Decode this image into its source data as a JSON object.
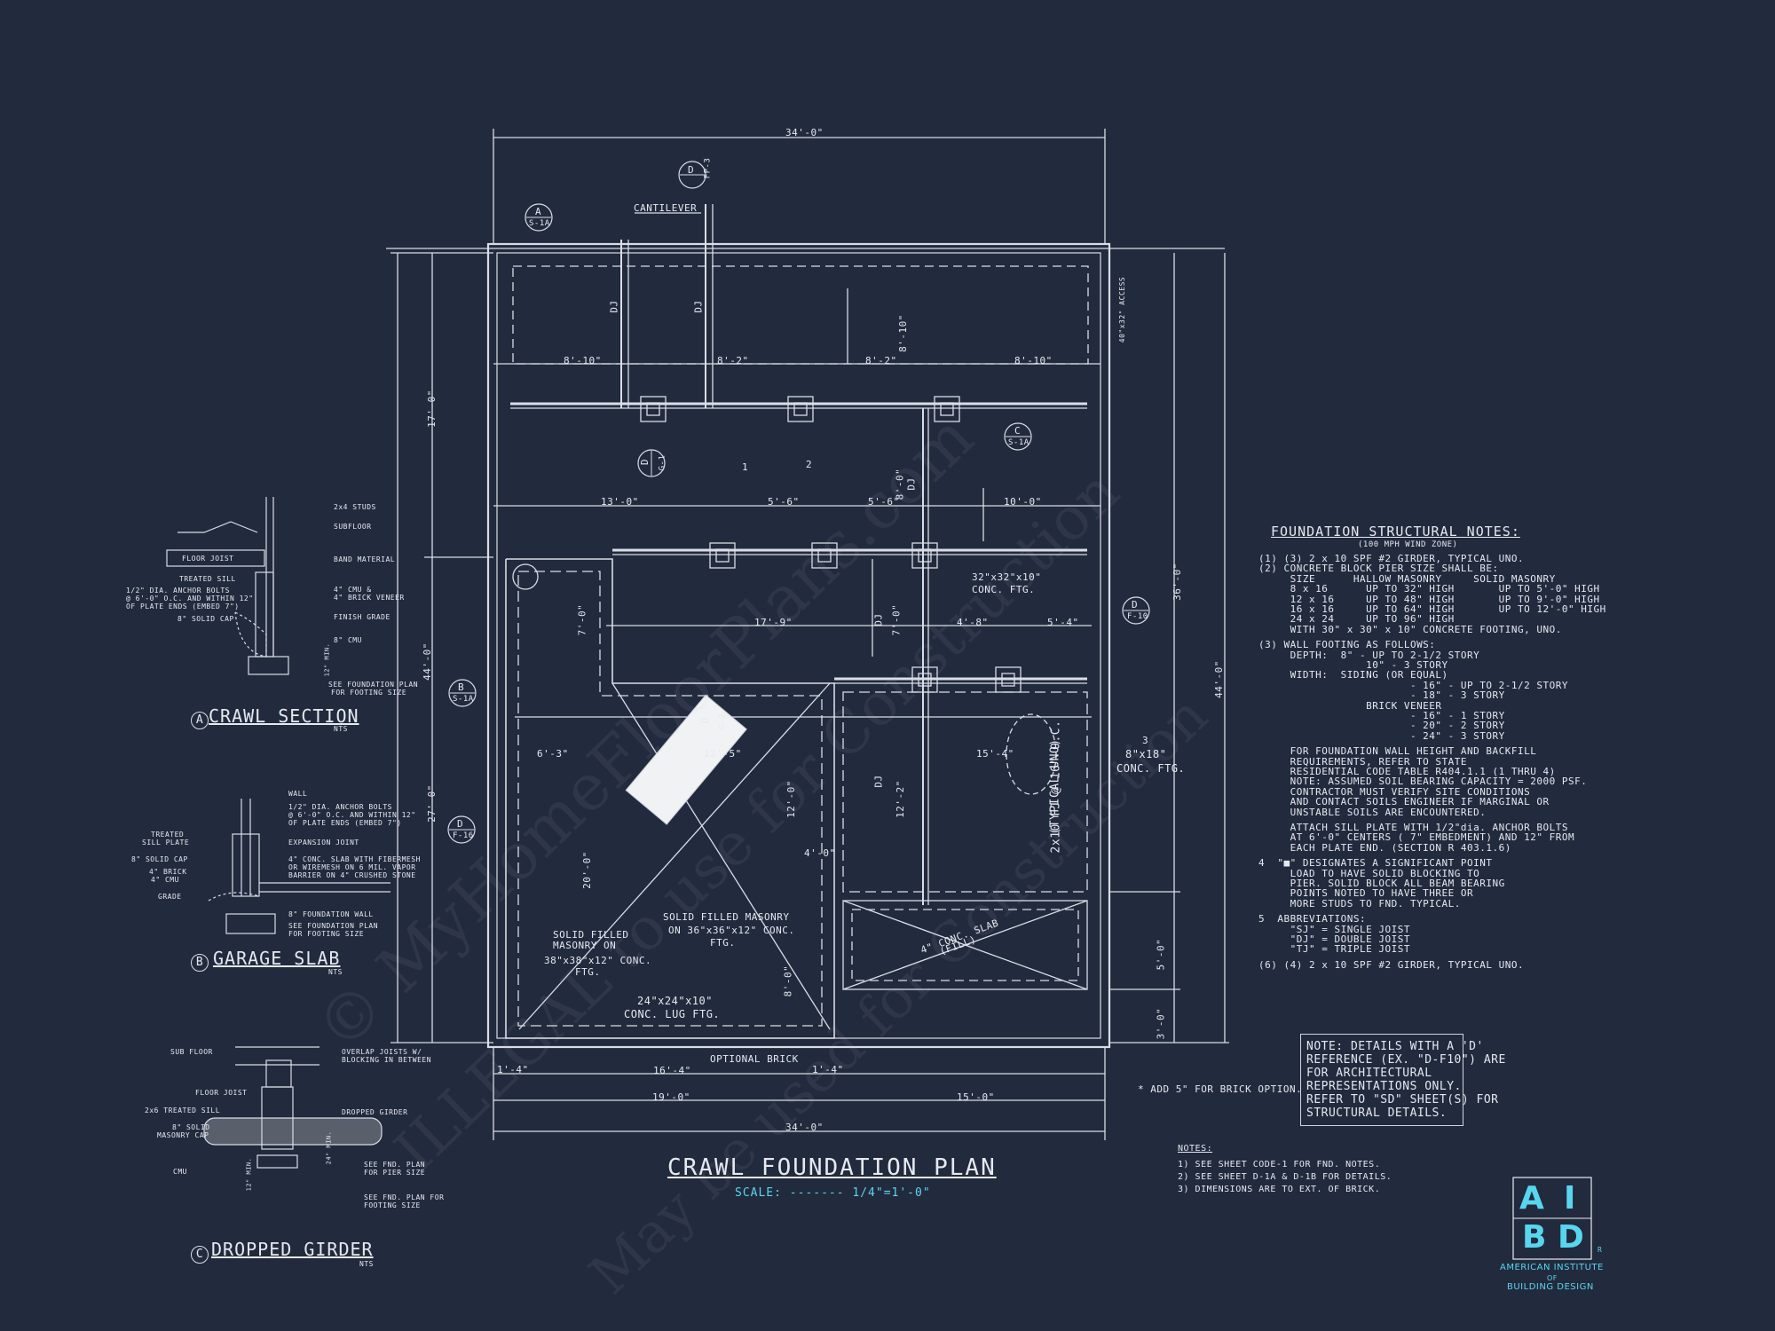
{
  "plan": {
    "title": "CRAWL FOUNDATION PLAN",
    "scale": "SCALE: ------- 1/4\"=1'-0\"",
    "dims": {
      "top_overall": "34'-0\"",
      "bottom_overall": "34'-0\"",
      "bottom_left": "19'-0\"",
      "bottom_right": "15'-0\"",
      "bottom_mid": "16'-4\"",
      "bottom_1_4_left": "1'-4\"",
      "bottom_1_4_right": "1'-4\"",
      "left_overall": "44'-0\"",
      "left_upper": "17'-0\"",
      "left_lower": "27'-0\"",
      "right_overall": "44'-0\"",
      "right_upper": "36'-0\"",
      "right_5": "5'-0\"",
      "right_3": "3'-0\"",
      "row1_a": "8'-10\"",
      "row1_b": "8'-2\"",
      "row1_c": "8'-2\"",
      "row1_d": "8'-10\"",
      "row2_a": "13'-0\"",
      "row2_b": "5'-6\"",
      "row2_c": "5'-6\"",
      "row2_d": "10'-0\"",
      "v_8_10": "8'-10\"",
      "v_8_0a": "8'-0\"",
      "v_7_0a": "7'-0\"",
      "v_7_0b": "7'-0\"",
      "h_17_9": "17'-9\"",
      "h_4_8": "4'-8\"",
      "h_5_4": "5'-4\"",
      "h_6_3": "6'-3\"",
      "h_12_5": "12'-5\"",
      "h_15_4": "15'-4\"",
      "v_12_0": "12'-0\"",
      "v_12_2": "12'-2\"",
      "v_20_0": "20'-0\"",
      "v_8_0b": "8'-0\"",
      "h_4": "4'-0\""
    },
    "labels": {
      "cantilever": "CANTILEVER",
      "dj": "DJ",
      "access": "40\"x32\" ACCESS",
      "conc_ftg_32": "32\"x32\"x10\"",
      "conc_ftg_32b": "CONC. FTG.",
      "ftg_8x18": "8\"x18\"",
      "ftg_8x18b": "CONC. FTG.",
      "joists": "2x10 FJ @ 16\" O.C.",
      "joists_b": "(TYPICAL UNO)",
      "solid_left_1": "SOLID FILLED",
      "solid_left_2": "MASONRY ON",
      "solid_left_3": "38\"x38\"x12\" CONC.",
      "solid_left_4": "FTG.",
      "solid_mid_1": "SOLID FILLED MASONRY",
      "solid_mid_2": "ON 36\"x36\"x12\" CONC.",
      "solid_mid_3": "FTG.",
      "lug_1": "24\"x24\"x10\"",
      "lug_2": "CONC. LUG FTG.",
      "slab_1": "4\" CONC. SLAB",
      "slab_2": "(FILL)",
      "optional_brick": "OPTIONAL BRICK",
      "add_brick": "* ADD 5\" FOR BRICK OPTION."
    },
    "tags": [
      {
        "id": "A",
        "ref": "S-1A"
      },
      {
        "id": "D",
        "ref": "FP-3"
      },
      {
        "id": "C",
        "ref": "S-1A"
      },
      {
        "id": "D",
        "ref": "G-1"
      },
      {
        "id": "D",
        "ref": "F-10"
      },
      {
        "id": "B",
        "ref": "S-1A"
      },
      {
        "id": "D",
        "ref": "G-1"
      },
      {
        "id": "D",
        "ref": "F-16"
      }
    ],
    "callouts": [
      "1",
      "2",
      "3"
    ]
  },
  "structural_notes": {
    "title": "FOUNDATION STRUCTURAL NOTES:",
    "subtitle": "(100 MPH WIND ZONE)",
    "lines": [
      "(1) (3) 2 x 10 SPF #2 GIRDER, TYPICAL UNO.",
      "(2) CONCRETE BLOCK PIER SIZE SHALL BE:",
      "     SIZE      HALLOW MASONRY     SOLID MASONRY",
      "     8 x 16      UP TO 32\" HIGH       UP TO 5'-0\" HIGH",
      "     12 x 16     UP TO 48\" HIGH       UP TO 9'-0\" HIGH",
      "     16 x 16     UP TO 64\" HIGH       UP TO 12'-0\" HIGH",
      "     24 x 24     UP TO 96\" HIGH",
      "     WITH 30\" x 30\" x 10\" CONCRETE FOOTING, UNO.",
      "(3) WALL FOOTING AS FOLLOWS:",
      "     DEPTH:  8\" - UP TO 2-1/2 STORY",
      "                 10\" - 3 STORY",
      "     WIDTH:  SIDING (OR EQUAL)",
      "                        - 16\" - UP TO 2-1/2 STORY",
      "                        - 18\" - 3 STORY",
      "                 BRICK VENEER",
      "                        - 16\" - 1 STORY",
      "                        - 20\" - 2 STORY",
      "                        - 24\" - 3 STORY",
      "     FOR FOUNDATION WALL HEIGHT AND BACKFILL",
      "     REQUIREMENTS, REFER TO STATE",
      "     RESIDENTIAL CODE TABLE R404.1.1 (1 THRU 4)",
      "     NOTE: ASSUMED SOIL BEARING CAPACITY = 2000 PSF.",
      "     CONTRACTOR MUST VERIFY SITE CONDITIONS",
      "     AND CONTACT SOILS ENGINEER IF MARGINAL OR",
      "     UNSTABLE SOILS ARE ENCOUNTERED.",
      "     ATTACH SILL PLATE WITH 1/2\"dia. ANCHOR BOLTS",
      "     AT 6'-0\" CENTERS ( 7\" EMBEDMENT) AND 12\" FROM",
      "     EACH PLATE END. (SECTION R 403.1.6)",
      "4  \"■\" DESIGNATES A SIGNIFICANT POINT",
      "     LOAD TO HAVE SOLID BLOCKING TO",
      "     PIER. SOLID BLOCK ALL BEAM BEARING",
      "     POINTS NOTED TO HAVE THREE OR",
      "     MORE STUDS TO FND. TYPICAL.",
      "5  ABBREVIATIONS:",
      "     \"SJ\" = SINGLE JOIST",
      "     \"DJ\" = DOUBLE JOIST",
      "     \"TJ\" = TRIPLE JOIST",
      "(6) (4) 2 x 10 SPF #2 GIRDER, TYPICAL UNO."
    ]
  },
  "box_note": "NOTE: DETAILS WITH A 'D'\nREFERENCE (EX. \"D-F10\") ARE\nFOR ARCHITECTURAL\nREPRESENTATIONS ONLY.\nREFER TO \"SD\" SHEET(S) FOR\nSTRUCTURAL DETAILS.",
  "notes": {
    "title": "NOTES:",
    "lines": [
      "1)  SEE SHEET CODE-1 FOR FND. NOTES.",
      "2)  SEE SHEET D-1A & D-1B FOR DETAILS.",
      "3)  DIMENSIONS ARE TO EXT. OF BRICK."
    ]
  },
  "details": {
    "crawl": {
      "letter": "A",
      "title": "CRAWL SECTION",
      "nts": "NTS",
      "labels": [
        "2x4 STUDS",
        "SUBFLOOR",
        "FLOOR JOIST",
        "BAND MATERIAL",
        "TREATED SILL",
        "1/2\" DIA. ANCHOR BOLTS",
        "@ 6'-0\" O.C. AND WITHIN 12\"",
        "OF PLATE ENDS (EMBED 7\")",
        "4\" CMU &",
        "4\" BRICK VENEER",
        "8\" SOLID CAP",
        "FINISH GRADE",
        "8\" CMU",
        "12\" MIN.",
        "SEE FOUNDATION PLAN",
        "FOR FOOTING SIZE"
      ]
    },
    "garage": {
      "letter": "B",
      "title": "GARAGE SLAB",
      "nts": "NTS",
      "labels": [
        "WALL",
        "1/2\" DIA. ANCHOR BOLTS",
        "@ 6'-0\" O.C. AND WITHIN 12\"",
        "OF PLATE ENDS (EMBED 7\")",
        "TREATED",
        "SILL PLATE",
        "EXPANSION JOINT",
        "8\" SOLID CAP",
        "4\" BRICK",
        "4\" CMU",
        "4\" CONC. SLAB WITH FIBERMESH",
        "OR WIREMESH ON 6 MIL. VAPOR",
        "BARRIER ON 4\" CRUSHED STONE",
        "GRADE",
        "8\" FOUNDATION WALL",
        "SEE FOUNDATION PLAN",
        "FOR FOOTING SIZE"
      ]
    },
    "girder": {
      "letter": "C",
      "title": "DROPPED GIRDER",
      "nts": "NTS",
      "labels": [
        "SUB FLOOR",
        "OVERLAP JOISTS W/",
        "BLOCKING IN BETWEEN",
        "FLOOR JOIST",
        "2x6 TREATED SILL",
        "DROPPED GIRDER",
        "8\" SOLID",
        "MASONRY CAP",
        "24\" MIN.",
        "12\" MIN.",
        "CMU",
        "SEE FND. PLAN",
        "FOR PIER SIZE",
        "SEE FND. PLAN FOR",
        "FOOTING SIZE"
      ]
    }
  },
  "logo": {
    "line1": "A",
    "line1b": "I",
    "line2": "B",
    "line2b": "D",
    "caption1": "AMERICAN INSTITUTE",
    "caption2": "OF",
    "caption3": "BUILDING DESIGN",
    "badge": "R"
  },
  "watermark": {
    "text1": "© MyHomeFloorPlans.com",
    "text2": "ILLEGAL to use for Construction",
    "text3": "May be used for Construction"
  },
  "colors": {
    "background": "#222a3d",
    "lines": "#d9dde6",
    "accent": "#5ad6f0"
  }
}
